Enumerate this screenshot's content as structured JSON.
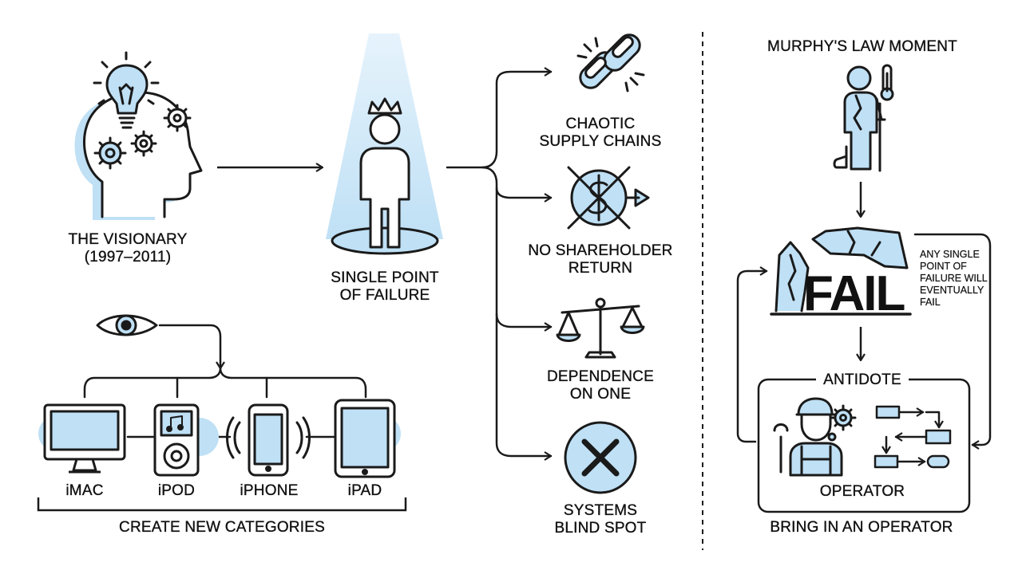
{
  "visionary": {
    "title": "THE VISIONARY",
    "years": "(1997–2011)"
  },
  "spof": {
    "line1": "SINGLE POINT",
    "line2": "OF FAILURE"
  },
  "consequences": [
    {
      "line1": "CHAOTIC",
      "line2": "SUPPLY CHAINS",
      "icon": "broken-chain-icon"
    },
    {
      "line1": "NO SHAREHOLDER",
      "line2": "RETURN",
      "icon": "crossed-dollar-icon"
    },
    {
      "line1": "DEPENDENCE",
      "line2": "ON ONE",
      "icon": "scale-icon"
    },
    {
      "line1": "SYSTEMS",
      "line2": "BLIND SPOT",
      "icon": "x-circle-icon"
    }
  ],
  "products": {
    "items": [
      "iMAC",
      "iPOD",
      "iPHONE",
      "iPAD"
    ],
    "caption": "CREATE NEW CATEGORIES"
  },
  "murphy": {
    "title": "MURPHY'S LAW MOMENT",
    "fail_word": "FAIL",
    "note": [
      "ANY SINGLE",
      "POINT OF",
      "FAILURE WILL",
      "EVENTUALLY",
      "FAIL"
    ]
  },
  "antidote": {
    "title": "ANTIDOTE",
    "operator_label": "OPERATOR",
    "caption": "BRING IN AN OPERATOR"
  },
  "colors": {
    "ink": "#1a1a1a",
    "accent": "#bfe0f5",
    "accent_dark": "#8ec7ea",
    "beam": "#d6ecfa"
  }
}
